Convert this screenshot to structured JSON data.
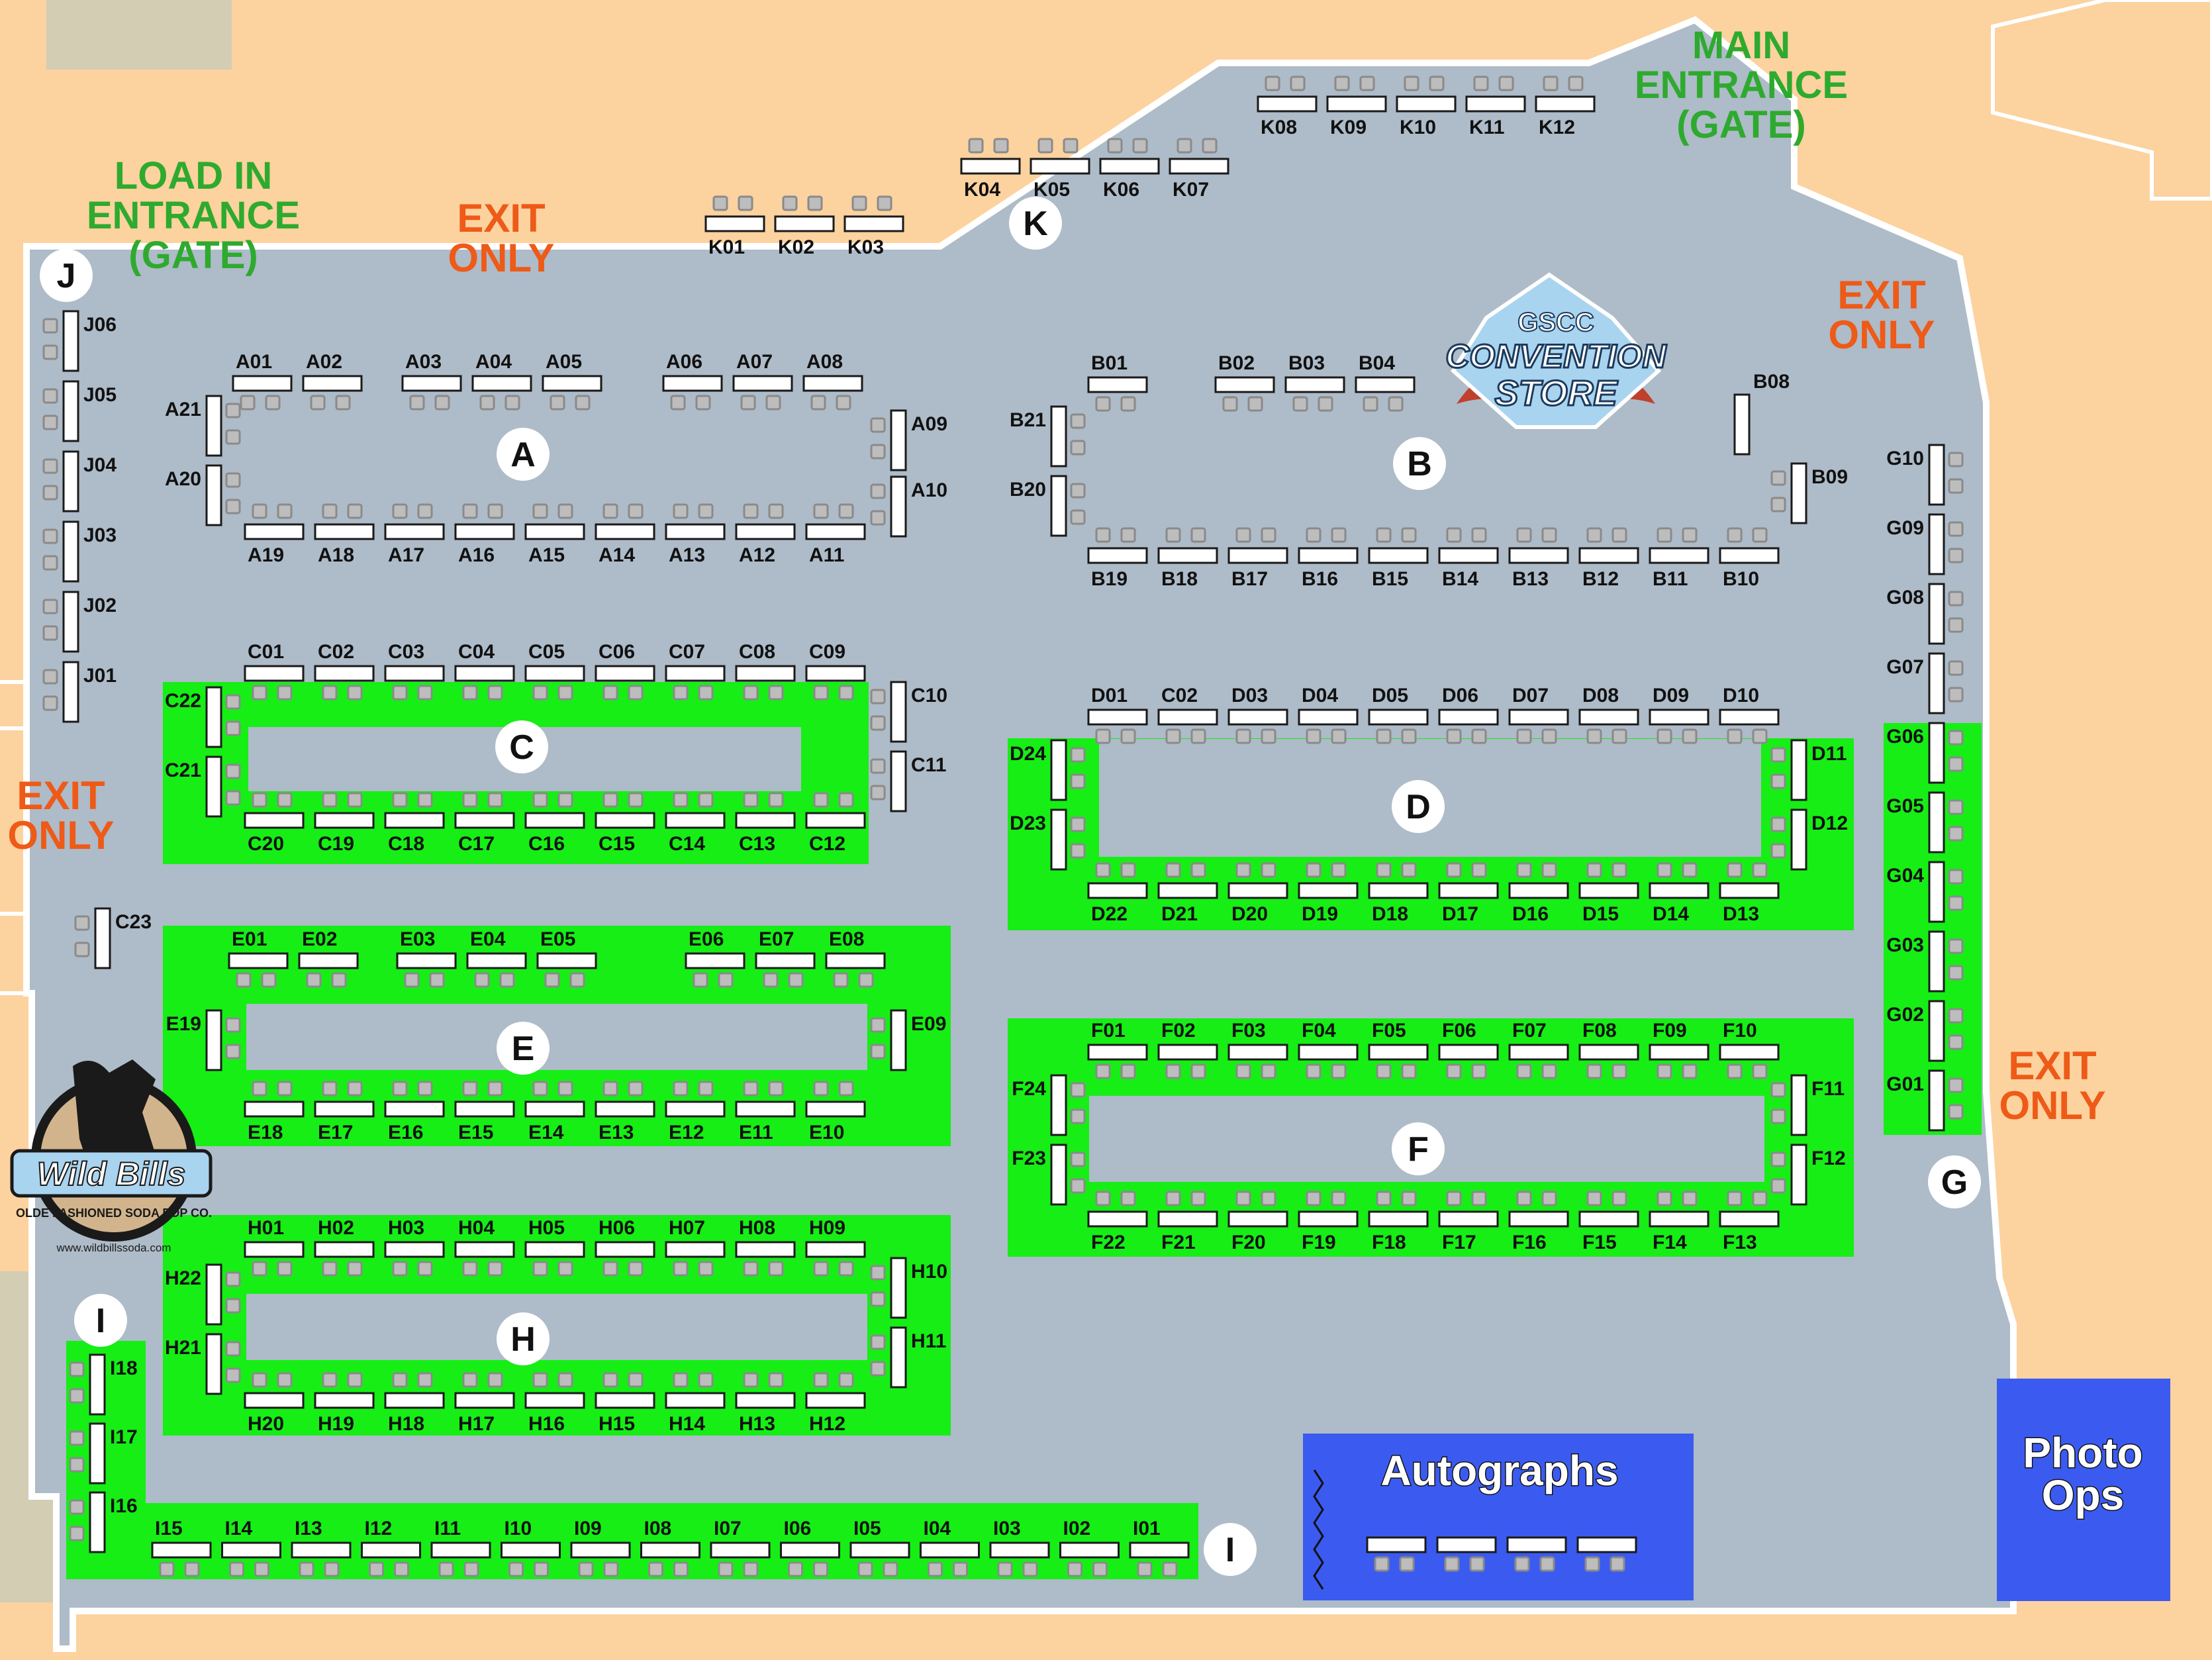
{
  "colors": {
    "floor": "#aebbc8",
    "outside": "#fcd29f",
    "grass": "#d3cdb4",
    "highlight": "#16ee16",
    "blue": "#3b5bf0",
    "sign_green": "#2eaa2e",
    "sign_orange": "#ee5a17"
  },
  "signs": {
    "load_in": [
      "LOAD IN",
      "ENTRANCE",
      "(GATE)"
    ],
    "main_entrance": [
      "MAIN",
      "ENTRANCE",
      "(GATE)"
    ],
    "exit_line1": "EXIT",
    "exit_line2": "ONLY"
  },
  "sections": {
    "A": "A",
    "B": "B",
    "C": "C",
    "D": "D",
    "E": "E",
    "F": "F",
    "G": "G",
    "H": "H",
    "I": "I",
    "J": "J",
    "K": "K"
  },
  "areas": {
    "autographs": "Autographs",
    "photo_ops": [
      "Photo",
      "Ops"
    ]
  },
  "logos": {
    "convention_store": [
      "GSCC",
      "CONVENTION",
      "STORE"
    ],
    "sponsor": "Wild Bills",
    "sponsor_tagline": "OLDE FASHIONED SODA POP CO.",
    "sponsor_url": "www.wildbillssoda.com"
  },
  "booths": {
    "K_top": [
      "K08",
      "K09",
      "K10",
      "K11",
      "K12"
    ],
    "K_mid": [
      "K04",
      "K05",
      "K06",
      "K07"
    ],
    "K_low": [
      "K01",
      "K02",
      "K03"
    ],
    "A_top": [
      "A01",
      "A02",
      "A03",
      "A04",
      "A05",
      "A06",
      "A07",
      "A08"
    ],
    "A_bottom": [
      "A19",
      "A18",
      "A17",
      "A16",
      "A15",
      "A14",
      "A13",
      "A12",
      "A11"
    ],
    "A_left": [
      "A21",
      "A20"
    ],
    "A_right": [
      "A09",
      "A10"
    ],
    "B_top": [
      "B01",
      "B02",
      "B03",
      "B04"
    ],
    "B_diag": "B08",
    "B_bottom": [
      "B19",
      "B18",
      "B17",
      "B16",
      "B15",
      "B14",
      "B13",
      "B12",
      "B11",
      "B10"
    ],
    "B_left": [
      "B21",
      "B20"
    ],
    "B_right": "B09",
    "J": [
      "J06",
      "J05",
      "J04",
      "J03",
      "J02",
      "J01"
    ],
    "C_top": [
      "C01",
      "C02",
      "C03",
      "C04",
      "C05",
      "C06",
      "C07",
      "C08",
      "C09"
    ],
    "C_bottom": [
      "C20",
      "C19",
      "C18",
      "C17",
      "C16",
      "C15",
      "C14",
      "C13",
      "C12"
    ],
    "C_left": [
      "C22",
      "C21"
    ],
    "C_right": [
      "C10",
      "C11"
    ],
    "C_single": "C23",
    "D_top": [
      "D01",
      "C02",
      "D03",
      "D04",
      "D05",
      "D06",
      "D07",
      "D08",
      "D09",
      "D10"
    ],
    "D_bottom": [
      "D22",
      "D21",
      "D20",
      "D19",
      "D18",
      "D17",
      "D16",
      "D15",
      "D14",
      "D13"
    ],
    "D_left": [
      "D24",
      "D23"
    ],
    "D_right": [
      "D11",
      "D12"
    ],
    "E_top": [
      "E01",
      "E02",
      "E03",
      "E04",
      "E05",
      "E06",
      "E07",
      "E08"
    ],
    "E_bottom": [
      "E18",
      "E17",
      "E16",
      "E15",
      "E14",
      "E13",
      "E12",
      "E11",
      "E10"
    ],
    "E_left": "E19",
    "E_right": "E09",
    "F_top": [
      "F01",
      "F02",
      "F03",
      "F04",
      "F05",
      "F06",
      "F07",
      "F08",
      "F09",
      "F10"
    ],
    "F_bottom": [
      "F22",
      "F21",
      "F20",
      "F19",
      "F18",
      "F17",
      "F16",
      "F15",
      "F14",
      "F13"
    ],
    "F_left": [
      "F24",
      "F23"
    ],
    "F_right": [
      "F11",
      "F12"
    ],
    "G": [
      "G10",
      "G09",
      "G08",
      "G07",
      "G06",
      "G05",
      "G04",
      "G03",
      "G02",
      "G01"
    ],
    "H_top": [
      "H01",
      "H02",
      "H03",
      "H04",
      "H05",
      "H06",
      "H07",
      "H08",
      "H09"
    ],
    "H_bottom": [
      "H20",
      "H19",
      "H18",
      "H17",
      "H16",
      "H15",
      "H14",
      "H13",
      "H12"
    ],
    "H_left": [
      "H22",
      "H21"
    ],
    "H_right": [
      "H10",
      "H11"
    ],
    "I_left": [
      "I18",
      "I17",
      "I16"
    ],
    "I_bottom": [
      "I15",
      "I14",
      "I13",
      "I12",
      "I11",
      "I10",
      "I09",
      "I08",
      "I07",
      "I06",
      "I05",
      "I04",
      "I03",
      "I02",
      "I01"
    ]
  }
}
